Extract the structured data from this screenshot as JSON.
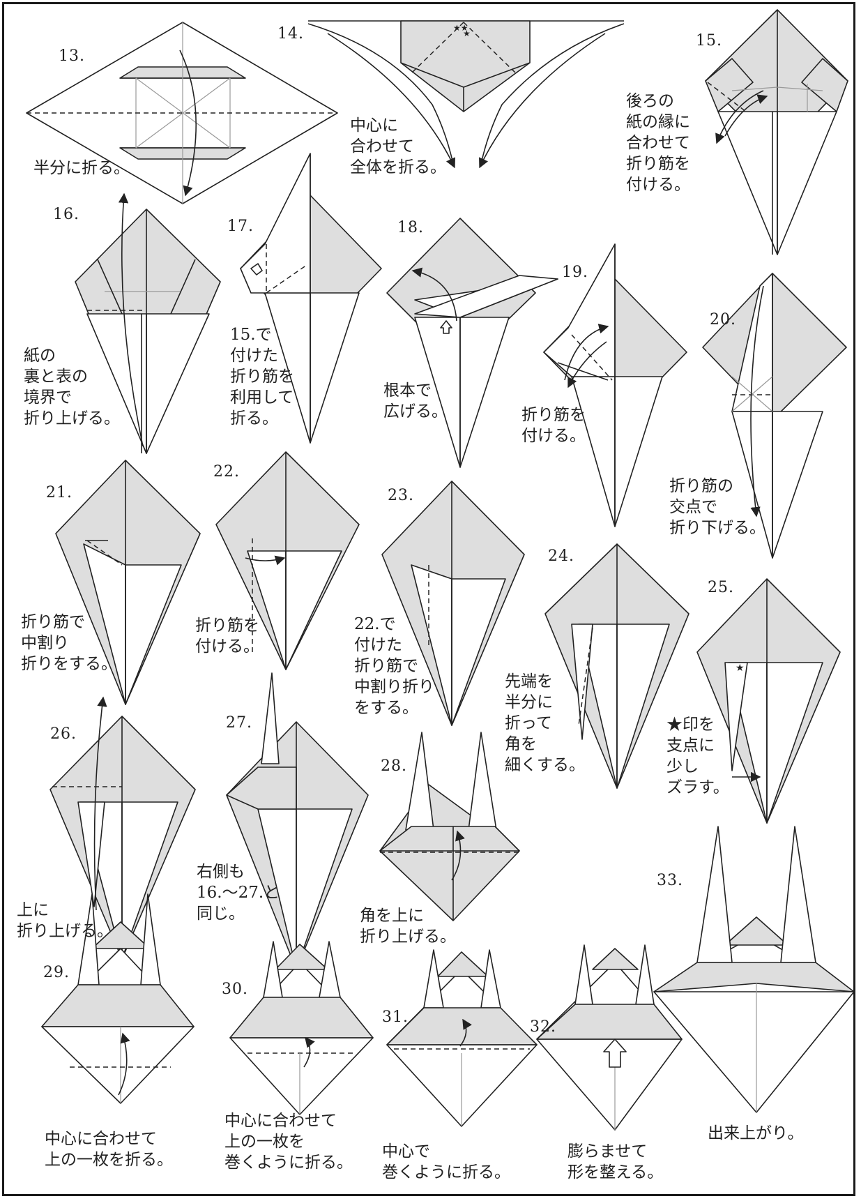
{
  "steps": [
    {
      "num": "13.",
      "caption": "半分に折る。"
    },
    {
      "num": "14.",
      "caption": "中心に\n合わせて\n全体を折る。"
    },
    {
      "num": "15.",
      "caption": "後ろの\n紙の縁に\n合わせて\n折り筋を\n付ける。"
    },
    {
      "num": "16.",
      "caption": "紙の\n裏と表の\n境界で\n折り上げる。"
    },
    {
      "num": "17.",
      "caption": "15.で\n付けた\n折り筋を\n利用して\n折る。"
    },
    {
      "num": "18.",
      "caption": "根本で\n広げる。"
    },
    {
      "num": "19.",
      "caption": "折り筋を\n付ける。"
    },
    {
      "num": "20.",
      "caption": "折り筋の\n交点で\n折り下げる。"
    },
    {
      "num": "21.",
      "caption": "折り筋で\n中割り\n折りをする。"
    },
    {
      "num": "22.",
      "caption": "折り筋を\n付ける。"
    },
    {
      "num": "23.",
      "caption": "22.で\n付けた\n折り筋で\n中割り折り\nをする。"
    },
    {
      "num": "24.",
      "caption": "先端を\n半分に\n折って\n角を\n細くする。"
    },
    {
      "num": "25.",
      "caption": "★印を\n支点に\n少し\nズラす。"
    },
    {
      "num": "26.",
      "caption": "上に\n折り上げる。"
    },
    {
      "num": "27.",
      "caption": "右側も\n16.〜27.と\n同じ。"
    },
    {
      "num": "28.",
      "caption": "角を上に\n折り上げる。"
    },
    {
      "num": "29.",
      "caption": "中心に合わせて\n上の一枚を折る。"
    },
    {
      "num": "30.",
      "caption": "中心に合わせて\n上の一枚を\n巻くように折る。"
    },
    {
      "num": "31.",
      "caption": "中心で\n巻くように折る。"
    },
    {
      "num": "32.",
      "caption": "膨らませて\n形を整える。"
    },
    {
      "num": "33.",
      "caption": "出来上がり。"
    }
  ],
  "colors": {
    "paper_front": "#ffffff",
    "paper_back": "#dedede",
    "line": "#222222",
    "crease": "#999999"
  }
}
